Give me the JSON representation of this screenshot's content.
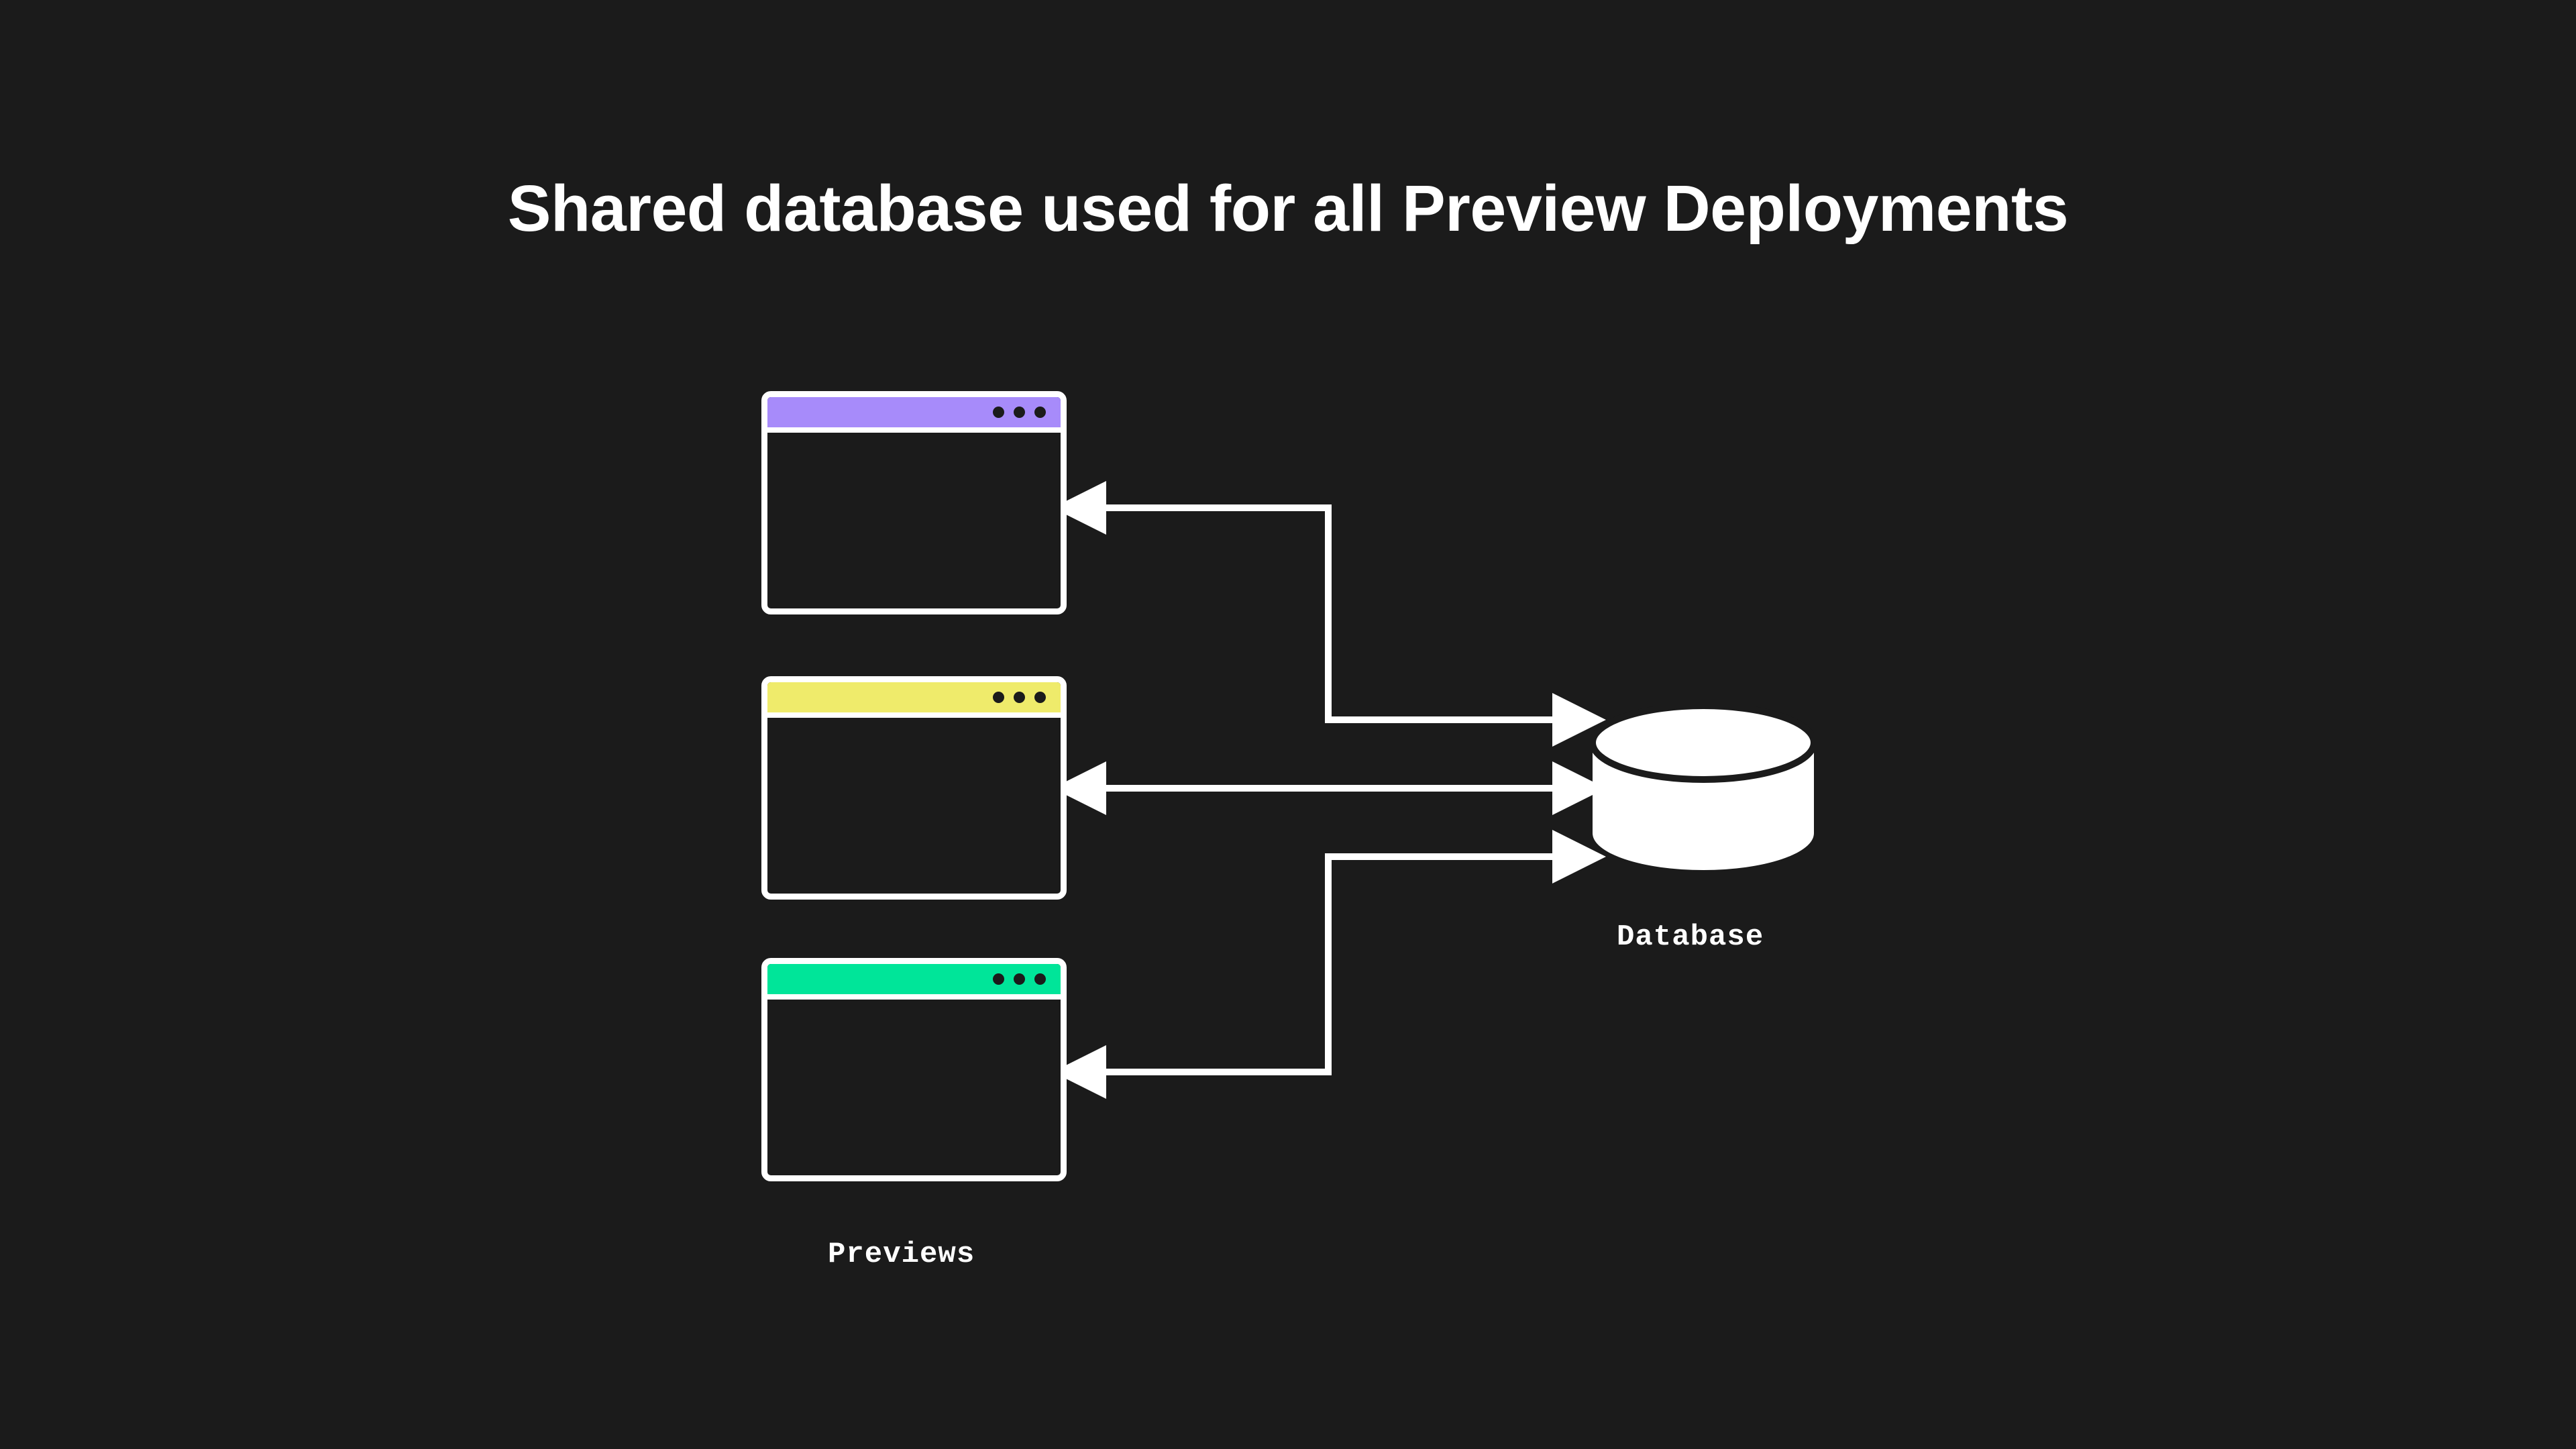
{
  "page": {
    "title": "Shared database used for all Preview Deployments",
    "background_color": "#1b1b1b",
    "foreground_color": "#ffffff"
  },
  "diagram": {
    "type": "architecture-diagram",
    "nodes": [
      {
        "id": "preview-1",
        "kind": "browser-window",
        "titlebar_color": "#a78bfa",
        "dot_count": 3
      },
      {
        "id": "preview-2",
        "kind": "browser-window",
        "titlebar_color": "#efeb6b",
        "dot_count": 3
      },
      {
        "id": "preview-3",
        "kind": "browser-window",
        "titlebar_color": "#00e599",
        "dot_count": 3
      },
      {
        "id": "database",
        "kind": "cylinder",
        "fill_color": "#ffffff",
        "label": "Database"
      }
    ],
    "groups": [
      {
        "id": "previews-group",
        "label": "Previews",
        "members": [
          "preview-1",
          "preview-2",
          "preview-3"
        ]
      }
    ],
    "connectors": [
      {
        "from": "preview-1",
        "to": "database",
        "direction": "bidirectional",
        "routing": "orthogonal"
      },
      {
        "from": "preview-2",
        "to": "database",
        "direction": "bidirectional",
        "routing": "straight"
      },
      {
        "from": "preview-3",
        "to": "database",
        "direction": "bidirectional",
        "routing": "orthogonal"
      }
    ]
  },
  "labels": {
    "previews": "Previews",
    "database": "Database"
  },
  "colors": {
    "background": "#1b1b1b",
    "stroke": "#ffffff",
    "purple": "#a78bfa",
    "yellow": "#efeb6b",
    "green": "#00e599"
  }
}
